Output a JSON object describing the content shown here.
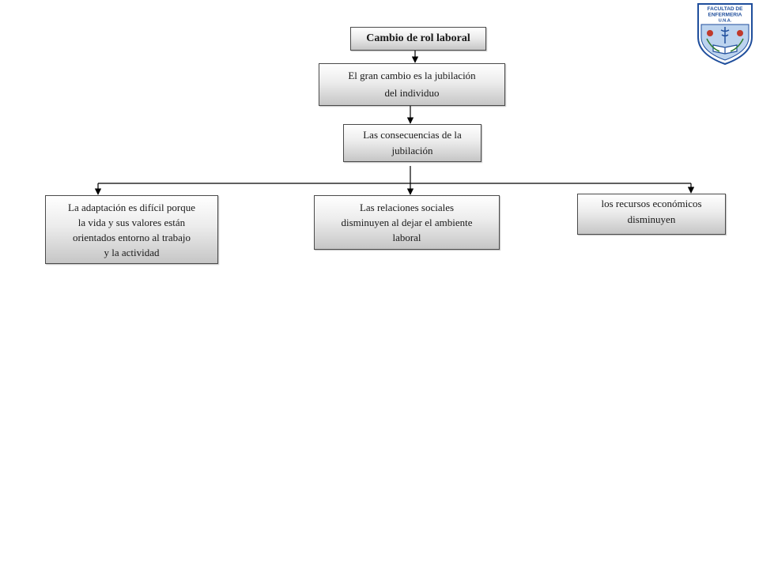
{
  "diagram": {
    "title": "Cambio de rol laboral",
    "level1": [
      "El gran cambio es la jubilación",
      "del individuo"
    ],
    "level2": [
      "Las consecuencias  de la",
      "jubilación"
    ],
    "branches": [
      {
        "lines": [
          "La adaptación es difícil porque",
          "la vida y sus valores están",
          "orientados entorno al trabajo",
          "y  la actividad"
        ]
      },
      {
        "lines": [
          "Las relaciones  sociales",
          "disminuyen al dejar el ambiente",
          "laboral"
        ]
      },
      {
        "lines": [
          "los recursos  económicos",
          "disminuyen"
        ]
      }
    ]
  },
  "logo": {
    "text_line1": "FACULTAD DE",
    "text_line2": "ENFERMERIA",
    "text_line3": "U.N.A.",
    "colors": {
      "shield_blue": "#1f4e9c",
      "shield_light": "#bcd3ee",
      "flower_red": "#c0392b",
      "ribbon_green": "#2e7d32"
    }
  },
  "colors": {
    "line": "#000000",
    "box_border": "#4a4a4a",
    "box_gradient_top": "#ffffff",
    "box_gradient_bottom": "#c6c6c6"
  }
}
